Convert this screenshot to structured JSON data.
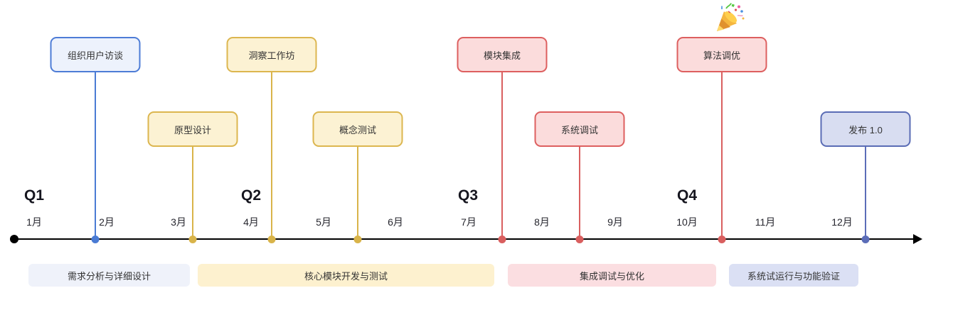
{
  "diagram": {
    "type": "timeline-roadmap",
    "axis": {
      "color": "#000000",
      "start_marker": "filled-circle",
      "end_marker": "arrow-right"
    },
    "quarters": [
      {
        "label": "Q1"
      },
      {
        "label": "Q2"
      },
      {
        "label": "Q3"
      },
      {
        "label": "Q4"
      }
    ],
    "months": [
      "1月",
      "2月",
      "3月",
      "4月",
      "5月",
      "6月",
      "7月",
      "8月",
      "9月",
      "10月",
      "11月",
      "12月"
    ],
    "events": [
      {
        "label": "组织用户访谈",
        "theme": "blue",
        "row": "top",
        "month_position": "2月"
      },
      {
        "label": "原型设计",
        "theme": "yellow",
        "row": "mid",
        "month_position": "3月"
      },
      {
        "label": "洞察工作坊",
        "theme": "yellow",
        "row": "top",
        "month_position": "4月"
      },
      {
        "label": "概念测试",
        "theme": "yellow",
        "row": "mid",
        "month_position": "5月"
      },
      {
        "label": "模块集成",
        "theme": "red",
        "row": "top",
        "month_position": "7月"
      },
      {
        "label": "系统调试",
        "theme": "red",
        "row": "mid",
        "month_position": "8月"
      },
      {
        "label": "算法调优",
        "theme": "red",
        "row": "top",
        "month_position": "10月",
        "icon": "party-popper-icon"
      },
      {
        "label": "发布 1.0",
        "theme": "slate",
        "row": "mid",
        "month_position": "12月"
      }
    ],
    "phases": [
      {
        "label": "需求分析与详细设计",
        "fill": "#eff2fa"
      },
      {
        "label": "核心模块开发与测试",
        "fill": "#fdf1cf"
      },
      {
        "label": "集成调试与优化",
        "fill": "#fbdee1"
      },
      {
        "label": "系统试运行与功能验证",
        "fill": "#dbe0f4"
      }
    ],
    "colors": {
      "blue": {
        "border": "#4d7cd6",
        "fill": "#edf2fc",
        "line": "#4a7bd4"
      },
      "yellow": {
        "border": "#dcb64f",
        "fill": "#fcf2d3",
        "line": "#d9b44a"
      },
      "red": {
        "border": "#dd5f5f",
        "fill": "#fbdcdc",
        "line": "#d95f5f"
      },
      "slate": {
        "border": "#5a6cb5",
        "fill": "#d8ddf1",
        "line": "#5b6db8"
      },
      "axis": "#000000",
      "text": "#333333"
    }
  }
}
